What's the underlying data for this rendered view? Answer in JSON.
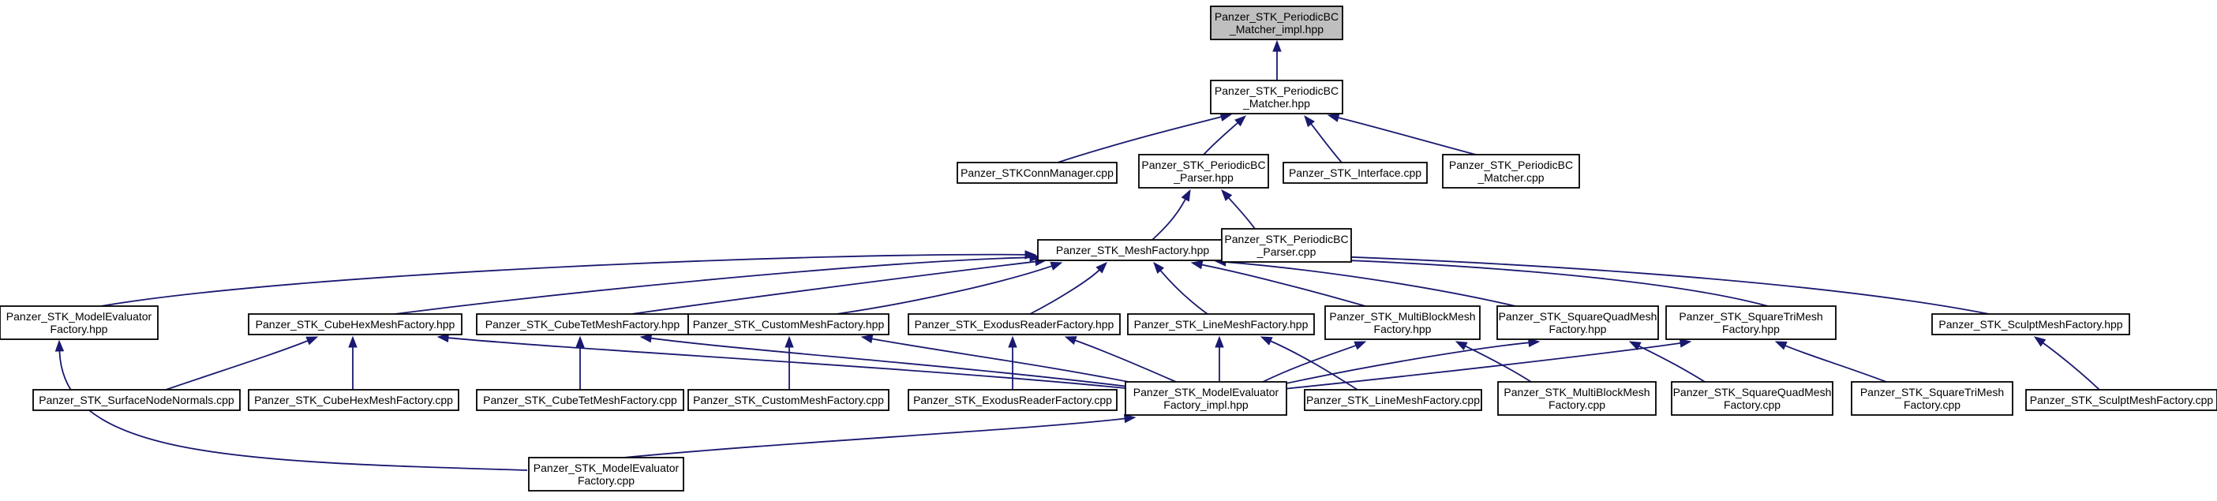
{
  "diagram": {
    "nodes": [
      {
        "id": "n0",
        "lines": [
          "Panzer_STK_PeriodicBC",
          "_Matcher_impl.hpp"
        ],
        "root": true
      },
      {
        "id": "n1",
        "lines": [
          "Panzer_STK_PeriodicBC",
          "_Matcher.hpp"
        ]
      },
      {
        "id": "n2",
        "lines": [
          "Panzer_STKConnManager.cpp"
        ]
      },
      {
        "id": "n3",
        "lines": [
          "Panzer_STK_PeriodicBC",
          "_Parser.hpp"
        ]
      },
      {
        "id": "n4",
        "lines": [
          "Panzer_STK_Interface.cpp"
        ]
      },
      {
        "id": "n5",
        "lines": [
          "Panzer_STK_PeriodicBC",
          "_Matcher.cpp"
        ]
      },
      {
        "id": "n6",
        "lines": [
          "Panzer_STK_MeshFactory.hpp"
        ]
      },
      {
        "id": "n7",
        "lines": [
          "Panzer_STK_PeriodicBC",
          "_Parser.cpp"
        ]
      },
      {
        "id": "n8",
        "lines": [
          "Panzer_STK_ModelEvaluator",
          "Factory.hpp"
        ]
      },
      {
        "id": "n9",
        "lines": [
          "Panzer_STK_CubeHexMeshFactory.hpp"
        ]
      },
      {
        "id": "n10",
        "lines": [
          "Panzer_STK_CubeTetMeshFactory.hpp"
        ]
      },
      {
        "id": "n11",
        "lines": [
          "Panzer_STK_CustomMeshFactory.hpp"
        ]
      },
      {
        "id": "n12",
        "lines": [
          "Panzer_STK_ExodusReaderFactory.hpp"
        ]
      },
      {
        "id": "n13",
        "lines": [
          "Panzer_STK_LineMeshFactory.hpp"
        ]
      },
      {
        "id": "n14",
        "lines": [
          "Panzer_STK_MultiBlockMesh",
          "Factory.hpp"
        ]
      },
      {
        "id": "n15",
        "lines": [
          "Panzer_STK_SquareQuadMesh",
          "Factory.hpp"
        ]
      },
      {
        "id": "n16",
        "lines": [
          "Panzer_STK_SquareTriMesh",
          "Factory.hpp"
        ]
      },
      {
        "id": "n17",
        "lines": [
          "Panzer_STK_SculptMeshFactory.hpp"
        ]
      },
      {
        "id": "n18",
        "lines": [
          "Panzer_STK_SurfaceNodeNormals.cpp"
        ]
      },
      {
        "id": "n19",
        "lines": [
          "Panzer_STK_CubeHexMeshFactory.cpp"
        ]
      },
      {
        "id": "n20",
        "lines": [
          "Panzer_STK_CubeTetMeshFactory.cpp"
        ]
      },
      {
        "id": "n21",
        "lines": [
          "Panzer_STK_CustomMeshFactory.cpp"
        ]
      },
      {
        "id": "n22",
        "lines": [
          "Panzer_STK_ExodusReaderFactory.cpp"
        ]
      },
      {
        "id": "n23",
        "lines": [
          "Panzer_STK_ModelEvaluator",
          "Factory_impl.hpp"
        ]
      },
      {
        "id": "n24",
        "lines": [
          "Panzer_STK_LineMeshFactory.cpp"
        ]
      },
      {
        "id": "n25",
        "lines": [
          "Panzer_STK_MultiBlockMesh",
          "Factory.cpp"
        ]
      },
      {
        "id": "n26",
        "lines": [
          "Panzer_STK_SquareQuadMesh",
          "Factory.cpp"
        ]
      },
      {
        "id": "n27",
        "lines": [
          "Panzer_STK_SquareTriMesh",
          "Factory.cpp"
        ]
      },
      {
        "id": "n28",
        "lines": [
          "Panzer_STK_SculptMeshFactory.cpp"
        ]
      },
      {
        "id": "n29",
        "lines": [
          "Panzer_STK_ModelEvaluator",
          "Factory.cpp"
        ]
      }
    ],
    "edges": [
      {
        "from": "n1",
        "to": "n0"
      },
      {
        "from": "n2",
        "to": "n1"
      },
      {
        "from": "n3",
        "to": "n1"
      },
      {
        "from": "n4",
        "to": "n1"
      },
      {
        "from": "n5",
        "to": "n1"
      },
      {
        "from": "n6",
        "to": "n3"
      },
      {
        "from": "n7",
        "to": "n3"
      },
      {
        "from": "n8",
        "to": "n6"
      },
      {
        "from": "n9",
        "to": "n6"
      },
      {
        "from": "n10",
        "to": "n6"
      },
      {
        "from": "n11",
        "to": "n6"
      },
      {
        "from": "n12",
        "to": "n6"
      },
      {
        "from": "n13",
        "to": "n6"
      },
      {
        "from": "n14",
        "to": "n6"
      },
      {
        "from": "n15",
        "to": "n6"
      },
      {
        "from": "n16",
        "to": "n6"
      },
      {
        "from": "n17",
        "to": "n6"
      },
      {
        "from": "n29",
        "to": "n8"
      },
      {
        "from": "n18",
        "to": "n9"
      },
      {
        "from": "n19",
        "to": "n9"
      },
      {
        "from": "n23",
        "to": "n9"
      },
      {
        "from": "n20",
        "to": "n10"
      },
      {
        "from": "n23",
        "to": "n10"
      },
      {
        "from": "n21",
        "to": "n11"
      },
      {
        "from": "n23",
        "to": "n11"
      },
      {
        "from": "n22",
        "to": "n12"
      },
      {
        "from": "n23",
        "to": "n12"
      },
      {
        "from": "n23",
        "to": "n13"
      },
      {
        "from": "n24",
        "to": "n13"
      },
      {
        "from": "n23",
        "to": "n14"
      },
      {
        "from": "n25",
        "to": "n14"
      },
      {
        "from": "n23",
        "to": "n15"
      },
      {
        "from": "n26",
        "to": "n15"
      },
      {
        "from": "n23",
        "to": "n16"
      },
      {
        "from": "n27",
        "to": "n16"
      },
      {
        "from": "n28",
        "to": "n17"
      },
      {
        "from": "n29",
        "to": "n23"
      }
    ],
    "colors": {
      "edge": "#191970",
      "root_fill": "#bfbfbf",
      "node_fill": "#ffffff",
      "node_stroke": "#000000"
    }
  }
}
